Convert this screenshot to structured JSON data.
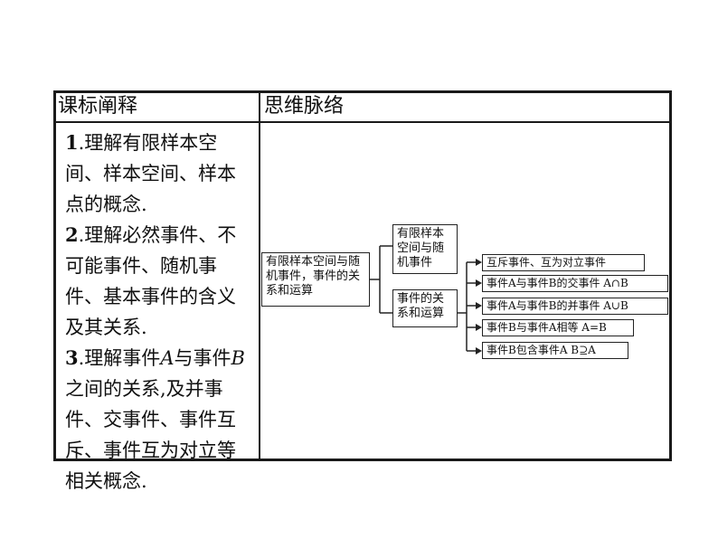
{
  "header": {
    "left_title": "课标阐释",
    "right_title": "思维脉络"
  },
  "objectives": [
    {
      "num": "1",
      "text": ".理解有限样本空间、样本空间、样本点的概念."
    },
    {
      "num": "2",
      "text": ".理解必然事件、不可能事件、随机事件、基本事件的含义及其关系."
    },
    {
      "num": "3",
      "pre": ".理解事件",
      "a": "A",
      "mid": "与事件",
      "b": "B",
      "post": "之间的关系,及并事件、交事件、事件互斥、事件互为对立等相关概念."
    }
  ],
  "mindmap": {
    "root": "有限样本空间与随机事件，事件的关系和运算",
    "branch1": "有限样本空间与随机事件",
    "branch2": "事件的关系和运算",
    "leaves": [
      "互斥事件、互为对立事件",
      "事件A与事件B的交事件  A∩B",
      "事件A与事件B的并事件  A∪B",
      "事件B与事件A相等  A=B",
      "事件B包含事件A  B⊇A"
    ]
  }
}
